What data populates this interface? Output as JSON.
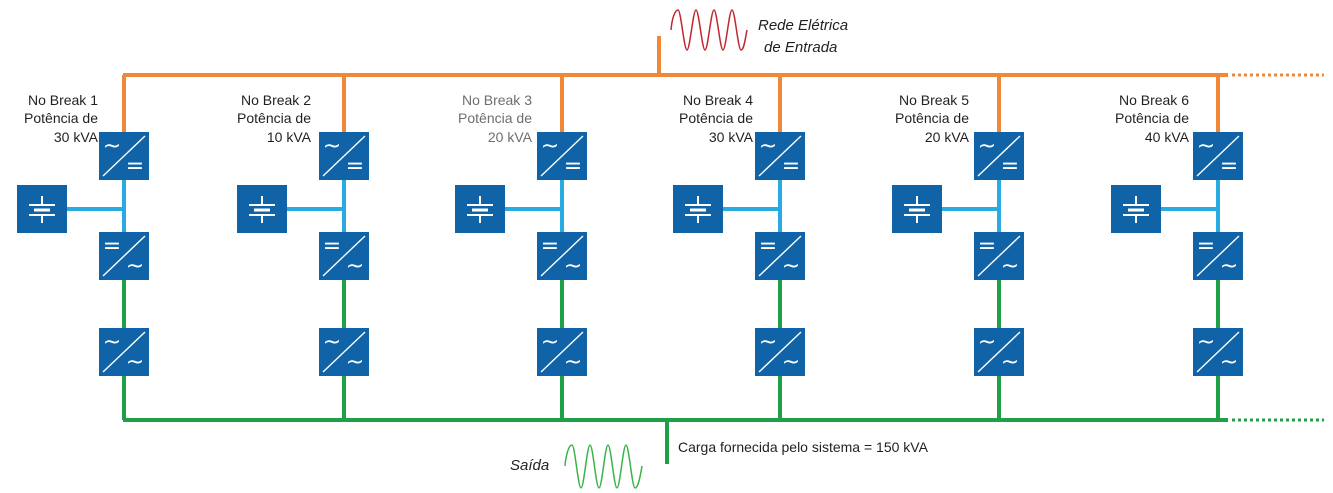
{
  "input_label": [
    "Rede Elétrica",
    "de Entrada"
  ],
  "output_label": "Saída",
  "load_label": "Carga fornecida pelo sistema = 150 kVA",
  "units": [
    {
      "name": "No Break 1",
      "line2": "Potência de",
      "power": "30 kVA"
    },
    {
      "name": "No Break 2",
      "line2": "Potência de",
      "power": "10 kVA"
    },
    {
      "name": "No Break 3",
      "line2": "Potência de",
      "power": "20 kVA"
    },
    {
      "name": "No Break 4",
      "line2": "Potência de",
      "power": "30 kVA"
    },
    {
      "name": "No Break 5",
      "line2": "Potência de",
      "power": "20 kVA"
    },
    {
      "name": "No Break 6",
      "line2": "Potência de",
      "power": "40 kVA"
    }
  ],
  "symbols": {
    "ac": "~",
    "dc": "="
  },
  "colors": {
    "input_bus": "#f0883a",
    "dc_link": "#29aae1",
    "output_bus": "#1fa046",
    "box": "#0f63a6",
    "input_wave": "#c1272d",
    "output_wave": "#39b54a",
    "unit3_label": "#6d6e71"
  }
}
